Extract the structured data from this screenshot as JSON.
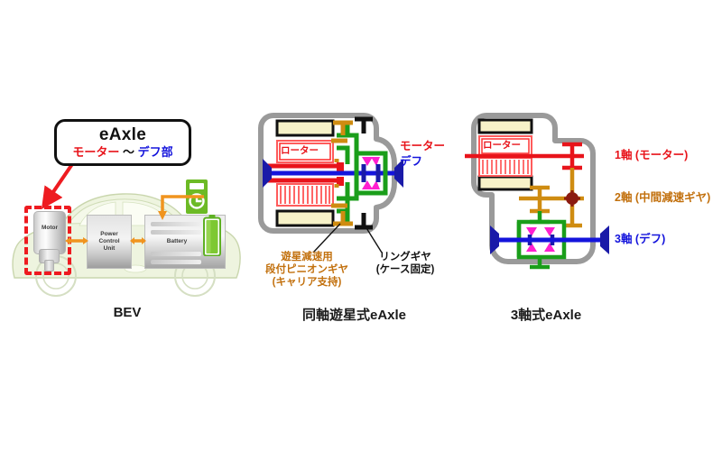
{
  "figure": {
    "title_hidden": "",
    "panels": [
      {
        "id": "bev",
        "caption": "BEV",
        "callout": {
          "line1": "eAxle",
          "line2_motor": "モーター",
          "line2_tilde": " ～ ",
          "line2_diff": "デフ部",
          "border_color": "#111111",
          "motor_color": "#e8141b",
          "diff_color": "#1414dc"
        },
        "components": [
          {
            "name": "motor",
            "label": "Motor"
          },
          {
            "name": "power-control-unit",
            "label": "Power\nControl\nUnit"
          },
          {
            "name": "battery",
            "label": "Battery"
          },
          {
            "name": "charging-station",
            "label": ""
          }
        ],
        "pcu_label_lines": [
          "Power",
          "Control",
          "Unit"
        ],
        "highlight_box_color": "#ee1b20"
      },
      {
        "id": "coaxial-planetary",
        "caption": "同軸遊星式eAxle",
        "rotor_label": "ローター",
        "right_labels": [
          {
            "text": "モーター",
            "color": "#e8141b"
          },
          {
            "text": "デフ",
            "color": "#1414dc"
          }
        ],
        "annotations": [
          {
            "name": "stepped-pinion-gear",
            "lines": [
              "遊星減速用",
              "段付ピニオンギヤ",
              "(キャリア支持)"
            ],
            "color": "#c2700d"
          },
          {
            "name": "ring-gear",
            "lines": [
              "リングギヤ",
              "(ケース固定)"
            ],
            "color": "#111111"
          }
        ]
      },
      {
        "id": "three-shaft",
        "caption": "3軸式eAxle",
        "rotor_label": "ローター",
        "shaft_labels": [
          {
            "text": "1軸 (モーター)",
            "color": "#e8141b"
          },
          {
            "text": "2軸 (中間減速ギヤ)",
            "color": "#c2700d"
          },
          {
            "text": "3軸 (デフ)",
            "color": "#1414dc"
          }
        ]
      }
    ],
    "palette": {
      "motor_red": "#e8141b",
      "diff_blue": "#1414dc",
      "gear_orange": "#cf8c11",
      "carrier_green": "#1a9e1a",
      "bevel_magenta": "#ff1fd0",
      "case_gray": "#9a9a9a",
      "stator_cream": "#f7f2c8",
      "body_green": "#eef4df"
    }
  }
}
